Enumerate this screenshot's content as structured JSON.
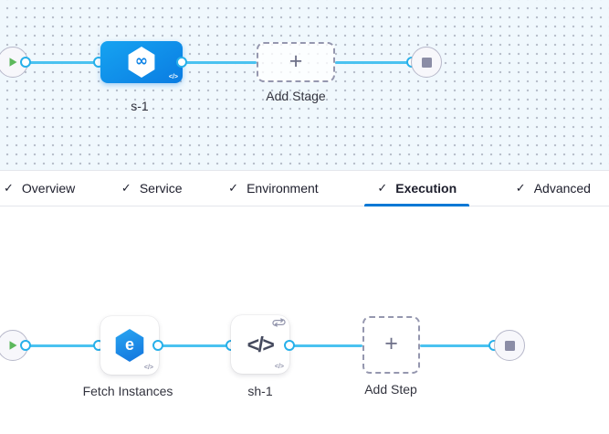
{
  "stage_pipeline": {
    "stage": {
      "name": "s-1"
    },
    "add_stage": {
      "label": "Add Stage"
    }
  },
  "tabs": {
    "items": [
      {
        "label": "Overview",
        "checked": true,
        "active": false
      },
      {
        "label": "Service",
        "checked": true,
        "active": false
      },
      {
        "label": "Environment",
        "checked": true,
        "active": false
      },
      {
        "label": "Execution",
        "checked": true,
        "active": true
      },
      {
        "label": "Advanced",
        "checked": true,
        "active": false
      }
    ]
  },
  "execution_pipeline": {
    "steps": [
      {
        "name": "Fetch Instances",
        "icon": "ecs-fetch-instances-icon",
        "looping": false
      },
      {
        "name": "sh-1",
        "icon": "shell-script-icon",
        "looping": true
      }
    ],
    "add_step": {
      "label": "Add Step"
    }
  },
  "icons": {
    "check": "✓",
    "plus": "+",
    "code": "</>",
    "infinity": "∞",
    "ecs_letter": "e"
  },
  "colors": {
    "canvas_top_bg": "#f0f8fd",
    "connector_line": "#4ac2f0",
    "ring_border": "#27b0ea",
    "stage_node_blue": "#0b86e8",
    "active_tab_underline": "#0278d5",
    "play_green": "#5cb85c",
    "stop_square": "#8b8da6"
  }
}
